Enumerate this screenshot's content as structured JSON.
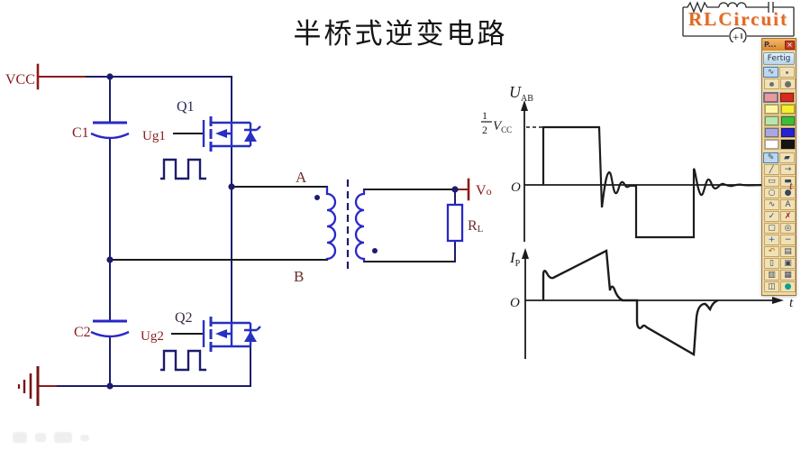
{
  "title": "半桥式逆变电路",
  "logo": {
    "brand": "RLCircuit",
    "source_label": "+"
  },
  "circuit": {
    "labels": {
      "vcc": "VCC",
      "c1": "C1",
      "c2": "C2",
      "q1": "Q1",
      "q2": "Q2",
      "ug1": "Ug1",
      "ug2": "Ug2",
      "a": "A",
      "b": "B",
      "vo_sym": "V",
      "vo_sub": "o",
      "rl_sym": "R",
      "rl_sub": "L"
    }
  },
  "waveforms": {
    "uab": {
      "axis_sym": "U",
      "axis_sub": "AB",
      "level_num": "1",
      "level_den": "2",
      "level_sym": "V",
      "level_sub": "CC",
      "origin": "O",
      "time": "t"
    },
    "ip": {
      "axis_sym": "I",
      "axis_sub": "P",
      "origin": "O",
      "time": "t"
    }
  },
  "chart_data": [
    {
      "type": "line",
      "title": "U_AB",
      "ylabel": "U_AB",
      "xlabel": "t",
      "annotations": [
        "1/2 VCC",
        "O"
      ],
      "description": "Square wave output voltage: +VCC/2 plateau, ringing oscillation at switch transition, -VCC/2 plateau, ringing at next transition"
    },
    {
      "type": "line",
      "title": "I_P",
      "ylabel": "I_P",
      "xlabel": "t",
      "annotations": [
        "O"
      ],
      "description": "Transformer primary current: step up then rising ramp to peak, rapid fall, zero interval, mirrored negative ramp to negative peak, return to zero"
    }
  ],
  "toolbar": {
    "title": "P...",
    "close": "×",
    "done": "Fertig",
    "pen_rows": [
      [
        {
          "name": "pen-stroke-sample",
          "glyph": "∿",
          "selected": true
        },
        {
          "name": "dot-size-small",
          "dot": 3
        }
      ],
      [
        {
          "name": "dot-size-medium",
          "dot": 5
        },
        {
          "name": "dot-size-large",
          "dot": 7
        }
      ]
    ],
    "palette": [
      [
        {
          "name": "color-light-red",
          "hex": "#e9999b",
          "selected": true
        },
        {
          "name": "color-red",
          "hex": "#d62b20"
        }
      ],
      [
        {
          "name": "color-light-yellow",
          "hex": "#fdf8a6"
        },
        {
          "name": "color-yellow",
          "hex": "#f3ef2f"
        }
      ],
      [
        {
          "name": "color-light-green",
          "hex": "#b5e6b2"
        },
        {
          "name": "color-green",
          "hex": "#3dbb3d"
        }
      ],
      [
        {
          "name": "color-light-blue",
          "hex": "#a9a9e2"
        },
        {
          "name": "color-blue",
          "hex": "#2522cf"
        }
      ],
      [
        {
          "name": "color-white",
          "hex": "#ffffff"
        },
        {
          "name": "color-black",
          "hex": "#141414"
        }
      ]
    ],
    "tools": [
      {
        "name": "pen-tool",
        "glyph": "✎",
        "selected": true
      },
      {
        "name": "highlighter-tool",
        "glyph": "▰"
      },
      {
        "name": "line-tool",
        "glyph": "╱"
      },
      {
        "name": "arrow-tool",
        "glyph": "→"
      },
      {
        "name": "rect-tool",
        "glyph": "▭"
      },
      {
        "name": "rect-filled-tool",
        "glyph": "▬"
      },
      {
        "name": "ellipse-tool",
        "glyph": "○"
      },
      {
        "name": "ellipse-filled-tool",
        "glyph": "●"
      },
      {
        "name": "freehand-tool",
        "glyph": "∿"
      },
      {
        "name": "text-tool",
        "glyph": "A"
      },
      {
        "name": "check-tool",
        "glyph": "✓"
      },
      {
        "name": "cross-tool",
        "glyph": "✗",
        "color": "#a32020"
      },
      {
        "name": "select-tool",
        "glyph": "▢"
      },
      {
        "name": "magnifier-tool",
        "glyph": "◎"
      },
      {
        "name": "zoom-in-tool",
        "glyph": "+",
        "color": "#2255cc"
      },
      {
        "name": "zoom-out-tool",
        "glyph": "−"
      },
      {
        "name": "undo-tool",
        "glyph": "↶",
        "color": "#b06a18"
      },
      {
        "name": "delete-tool",
        "glyph": "▤"
      },
      {
        "name": "new-page-tool",
        "glyph": "▯"
      },
      {
        "name": "copy-tool",
        "glyph": "▣"
      },
      {
        "name": "print-tool",
        "glyph": "▥"
      },
      {
        "name": "save-tool",
        "glyph": "▦"
      },
      {
        "name": "screen-tool",
        "glyph": "◫"
      },
      {
        "name": "info-tool",
        "glyph": "●",
        "color": "#0f9f8f"
      }
    ]
  }
}
